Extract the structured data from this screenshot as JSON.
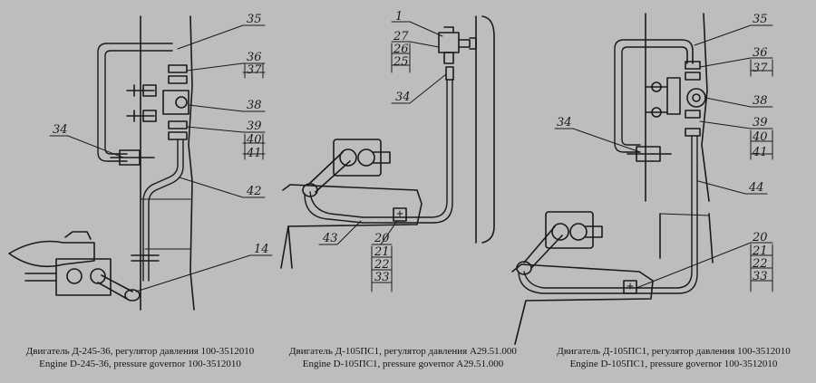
{
  "colors": {
    "background": "#bdbdbd",
    "ink": "#1a1a1a"
  },
  "panels": [
    {
      "id": "panel-1",
      "labels": [
        "35",
        "36",
        "37",
        "38",
        "39",
        "40",
        "41",
        "42",
        "34",
        "14"
      ],
      "caption_ru": "Двигатель Д-245-36, регулятор давления 100-3512010",
      "caption_en": "Engine D-245-36, pressure governor 100-3512010"
    },
    {
      "id": "panel-2",
      "labels": [
        "1",
        "27",
        "26",
        "25",
        "34",
        "43",
        "20",
        "21",
        "22",
        "33"
      ],
      "caption_ru": "Двигатель Д-105ПС1, регулятор давления А29.51.000",
      "caption_en": "Engine D-105ПС1, pressure governor A29.51.000"
    },
    {
      "id": "panel-3",
      "labels": [
        "35",
        "36",
        "37",
        "38",
        "39",
        "40",
        "41",
        "34",
        "44",
        "20",
        "21",
        "22",
        "33"
      ],
      "caption_ru": "Двигатель Д-105ПС1, регулятор давления 100-3512010",
      "caption_en": "Engine D-105ПС1, pressure governor 100-3512010"
    }
  ]
}
